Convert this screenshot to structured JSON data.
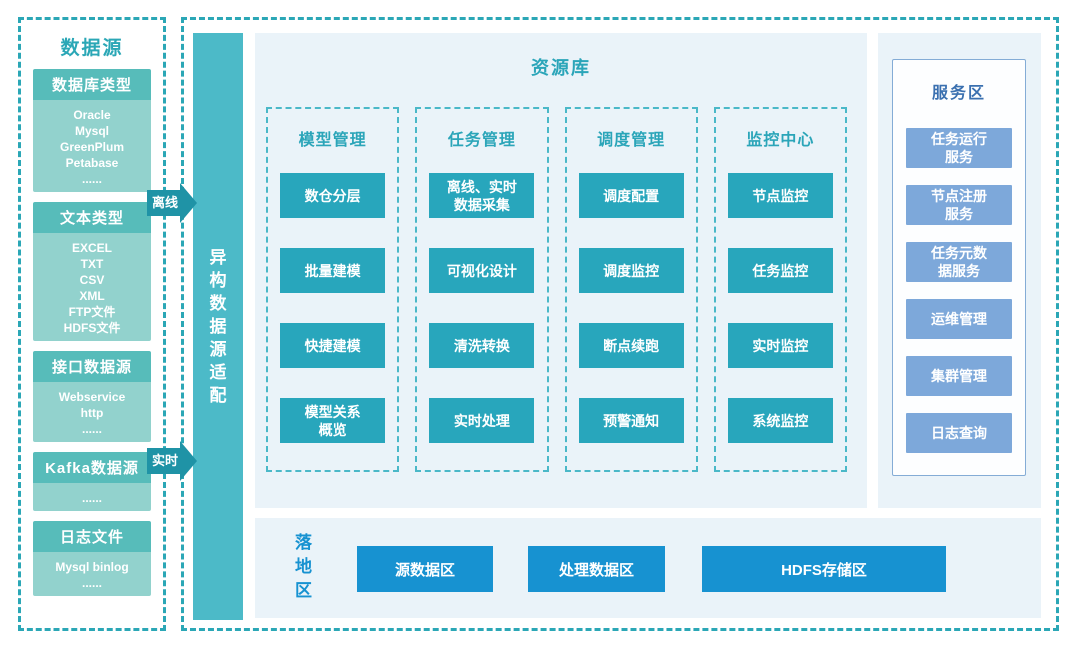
{
  "colors": {
    "teal_border": "#2ba7b6",
    "teal_bar": "#4cbac8",
    "teal_button": "#28a6bc",
    "teal_header": "#57bcba",
    "teal_body": "#92d2cd",
    "arrow": "#1f93a6",
    "panel_bg": "#eaf3f9",
    "blue_button": "#1792d1",
    "service_button": "#7da8da",
    "service_title": "#3a70b0"
  },
  "data_sources": {
    "title": "数据源",
    "sections": [
      {
        "header": "数据库类型",
        "items": [
          "Oracle",
          "Mysql",
          "GreenPlum",
          "Petabase",
          "......"
        ]
      },
      {
        "header": "文本类型",
        "items": [
          "EXCEL",
          "TXT",
          "CSV",
          "XML",
          "FTP文件",
          "HDFS文件"
        ]
      },
      {
        "header": "接口数据源",
        "items": [
          "Webservice",
          "http",
          "......"
        ]
      },
      {
        "header": "Kafka数据源",
        "items": [
          "......"
        ]
      },
      {
        "header": "日志文件",
        "items": [
          "Mysql binlog",
          "......"
        ]
      }
    ]
  },
  "adapter": {
    "label": "异构数据源适配"
  },
  "arrows": {
    "offline": "离线",
    "realtime": "实时"
  },
  "repository": {
    "title": "资源库",
    "columns": [
      {
        "title": "模型管理",
        "items": [
          "数仓分层",
          "批量建模",
          "快捷建模",
          "模型关系\n概览"
        ]
      },
      {
        "title": "任务管理",
        "items": [
          "离线、实时\n数据采集",
          "可视化设计",
          "清洗转换",
          "实时处理"
        ]
      },
      {
        "title": "调度管理",
        "items": [
          "调度配置",
          "调度监控",
          "断点续跑",
          "预警通知"
        ]
      },
      {
        "title": "监控中心",
        "items": [
          "节点监控",
          "任务监控",
          "实时监控",
          "系统监控"
        ]
      }
    ]
  },
  "landing": {
    "title": "落地区",
    "items": [
      "源数据区",
      "处理数据区",
      "HDFS存储区"
    ]
  },
  "services": {
    "title": "服务区",
    "items": [
      "任务运行\n服务",
      "节点注册\n服务",
      "任务元数\n据服务",
      "运维管理",
      "集群管理",
      "日志查询"
    ]
  }
}
